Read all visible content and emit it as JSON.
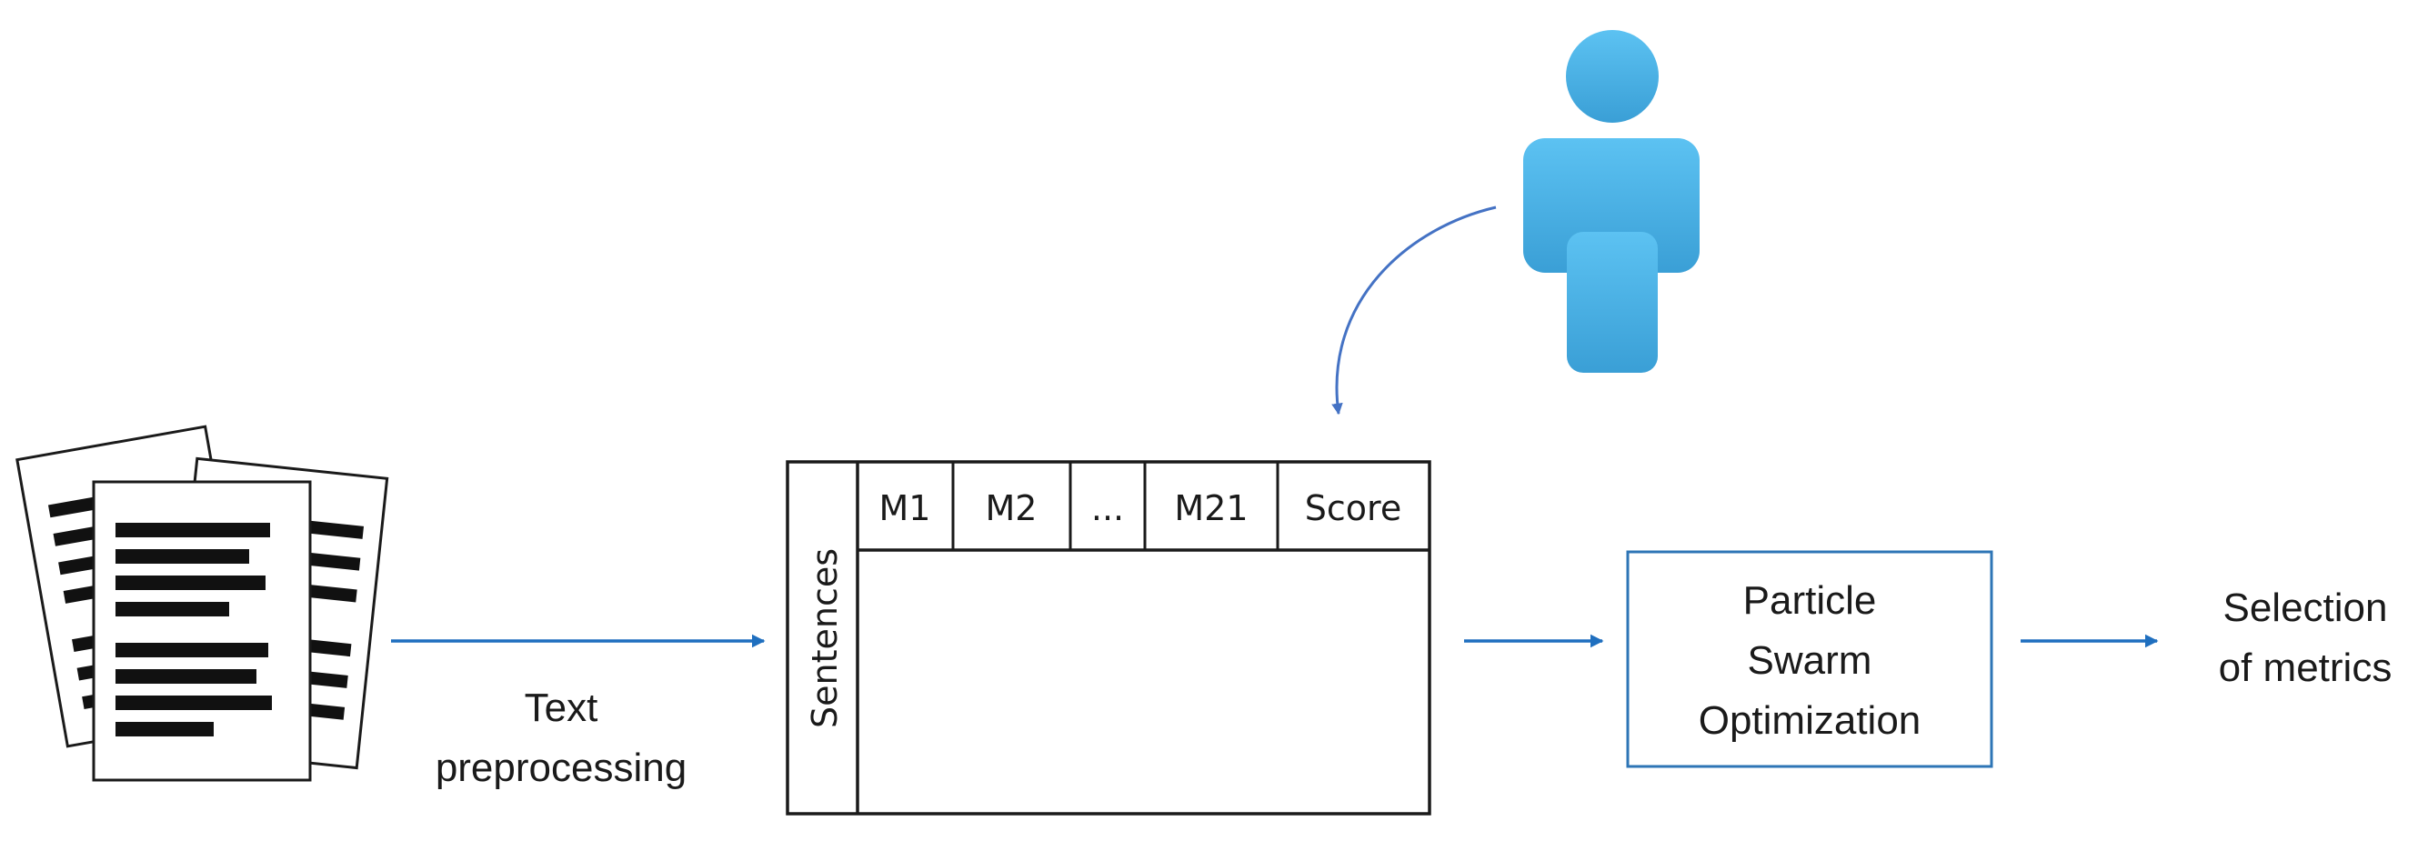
{
  "labels": {
    "text_preprocessing_line1": "Text",
    "text_preprocessing_line2": "preprocessing",
    "pso_line1": "Particle",
    "pso_line2": "Swarm",
    "pso_line3": "Optimization",
    "selection_line1": "Selection",
    "selection_line2": "of metrics"
  },
  "table": {
    "row_header": "Sentences",
    "columns": [
      "M1",
      "M2",
      "...",
      "M21",
      "Score"
    ]
  },
  "icons": {
    "documents": "documents-icon",
    "person": "person-icon"
  },
  "colors": {
    "arrow": "#1f6fbf",
    "curved_arrow": "#4472c4",
    "pso_border": "#2e75b6",
    "person_light": "#5cc2f2",
    "person_dark": "#3a9fd6",
    "table_line": "#1a1a1a",
    "doc_bar": "#111111"
  }
}
